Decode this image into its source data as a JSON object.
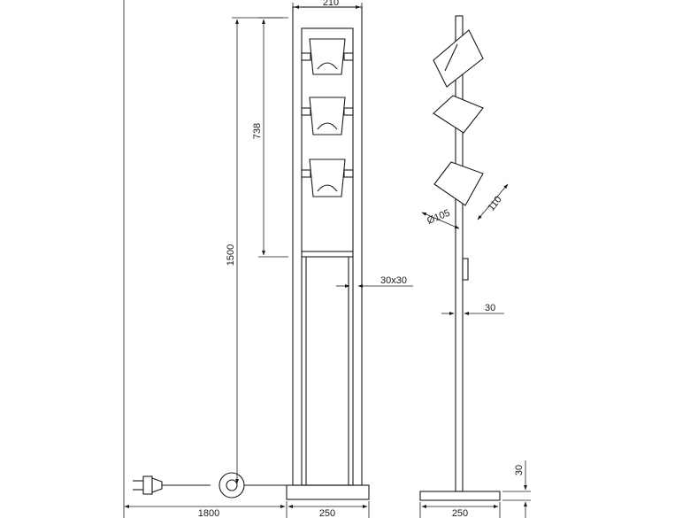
{
  "drawing": {
    "front_view": {
      "top_width": "210",
      "height_total": "1500",
      "height_upper": "738",
      "tube_section": "30x30",
      "base_width": "250",
      "cable_length": "1800"
    },
    "side_view": {
      "shade_diameter": "Ø105",
      "shade_height": "110",
      "tube_depth": "30",
      "base_thickness": "30",
      "base_width": "250"
    }
  }
}
